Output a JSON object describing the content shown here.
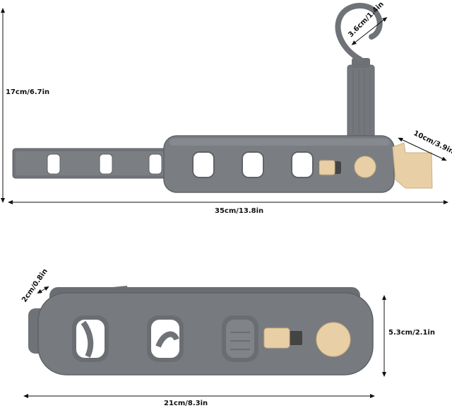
{
  "image": {
    "subject": "foldable clothes hanger with dimensions",
    "colors": {
      "body": "#777b7f",
      "body_edge": "#5f6367",
      "body_light": "#8a8e92",
      "hole": "#ffffff",
      "accent_beige": "#e8cfa6",
      "accent_beige_edge": "#cdb083",
      "dim_line": "#111111"
    }
  },
  "dimensions": {
    "height": "17cm/6.7in",
    "full_length": "35cm/13.8in",
    "hook": "3.6cm/1.4in",
    "tab": "10cm/3.9in",
    "depth": "2cm/0.8in",
    "width": "5.3cm/2.1in",
    "folded_length": "21cm/8.3in"
  }
}
